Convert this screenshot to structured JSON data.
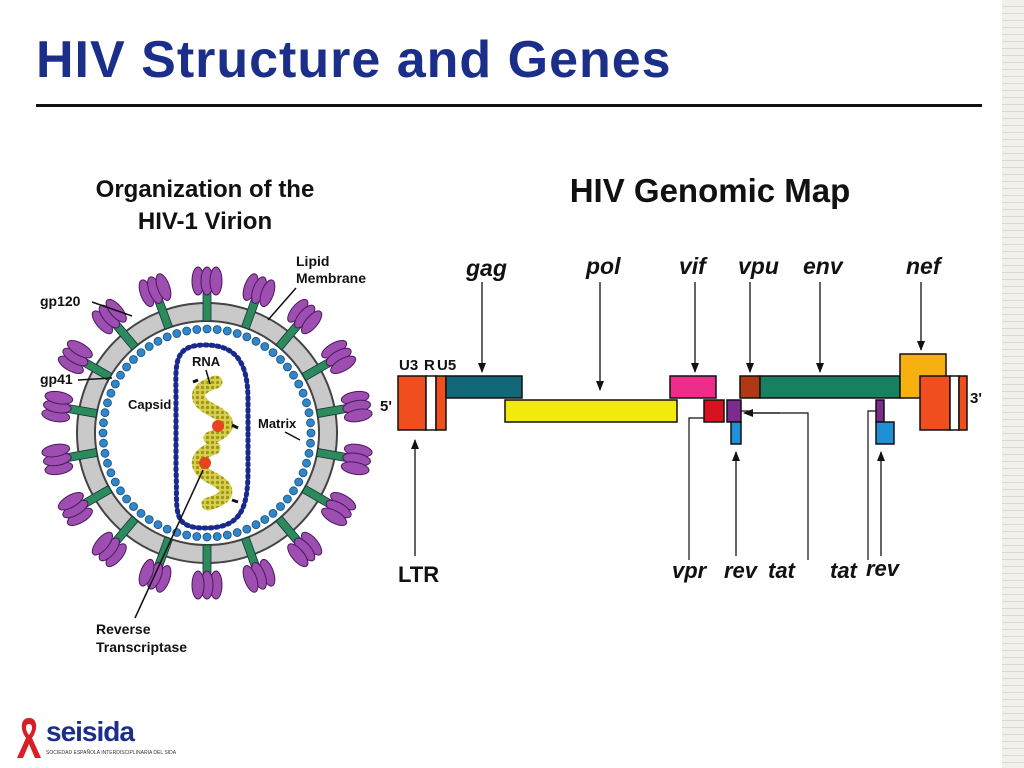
{
  "title": "HIV Structure and Genes",
  "virion": {
    "heading_line1": "Organization of the",
    "heading_line2": "HIV-1 Virion",
    "labels": {
      "gp120": "gp120",
      "gp41": "gp41",
      "lipid1": "Lipid",
      "lipid2": "Membrane",
      "rna": "RNA",
      "capsid": "Capsid",
      "matrix": "Matrix",
      "rt1": "Reverse",
      "rt2": "Transcriptase"
    }
  },
  "genomic_map": {
    "heading": "HIV Genomic Map",
    "top_genes": [
      "gag",
      "pol",
      "vif",
      "vpu",
      "env",
      "nef"
    ],
    "ltr_labels": {
      "u3": "U3",
      "r": "R",
      "u5": "U5",
      "five_prime": "5'",
      "three_prime": "3'"
    },
    "bottom_labels": [
      "LTR",
      "vpr",
      "rev",
      "tat",
      "tat",
      "rev"
    ]
  },
  "colors": {
    "title": "#1b2f8a",
    "ltr_red": "#f04e1e",
    "gag": "#126878",
    "pol": "#f2ea0c",
    "vif": "#ec2d8c",
    "vpr": "#d6131f",
    "rev_tat": "#7b2c8e",
    "rev_blue": "#1f8fd6",
    "vpu": "#b03813",
    "env": "#168060",
    "nef": "#f6b010",
    "gp120": "#9e4db0",
    "gp41": "#2d8a5a",
    "matrix": "#2f86c9",
    "capsid": "#1a2a8c",
    "rna": "#c8bf3a"
  },
  "logo": {
    "name": "seisida",
    "tagline": "SOCIEDAD ESPAÑOLA INTERDISCIPLINARIA DEL SIDA"
  }
}
